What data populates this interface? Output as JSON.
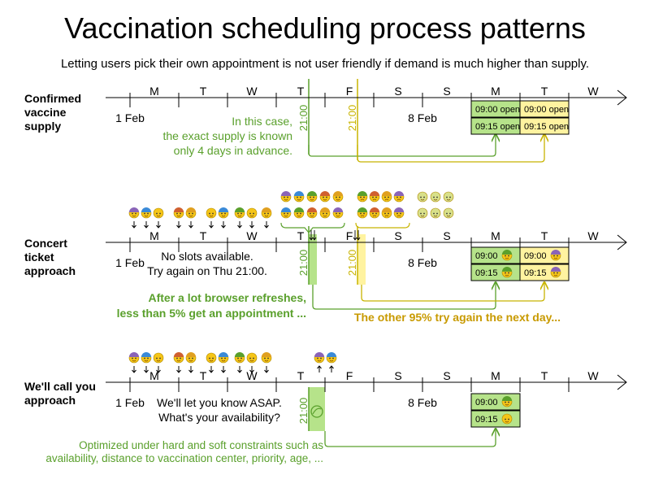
{
  "title": "Vaccination scheduling process patterns",
  "subtitle": "Letting users pick their own appointment is not user friendly if demand is much higher than supply.",
  "day_letters": [
    "M",
    "T",
    "W",
    "T",
    "F",
    "S",
    "S",
    "M",
    "T",
    "W"
  ],
  "date_labels": [
    "1 Feb",
    "8 Feb"
  ],
  "time_label": "21:00",
  "colors": {
    "green": "#5aa02c",
    "green_fill": "#b6e38a",
    "yellow": "#c8b400",
    "yellow_fill": "#fff3a0",
    "dark_yellow_text": "#c89a00",
    "face": "#f5c518"
  },
  "rows": [
    {
      "label": [
        "Confirmed",
        "vaccine",
        "supply"
      ],
      "note": [
        "In this case,",
        "the exact supply is known",
        "only 4 days in advance."
      ],
      "slots_mon": [
        "09:00 open",
        "09:15 open"
      ],
      "slots_tue": [
        "09:00 open",
        "09:15 open"
      ]
    },
    {
      "label": [
        "Concert",
        "ticket",
        "approach"
      ],
      "note": [
        "No slots available.",
        "Try again on Thu 21:00."
      ],
      "slots_mon": [
        "09:00",
        "09:15"
      ],
      "slots_tue": [
        "09:00",
        "09:15"
      ],
      "callout_green": [
        "After a lot browser refreshes,",
        "less than 5% get an appointment ..."
      ],
      "callout_yellow": "The other 95% try again the next day..."
    },
    {
      "label": [
        "We'll call you",
        "approach"
      ],
      "note": [
        "We'll let you know ASAP.",
        "What's your availability?"
      ],
      "slots_mon": [
        "09:00",
        "09:15"
      ],
      "footer": [
        "Optimized under hard and soft constraints such as",
        "availability, distance to vaccination center, priority, age, ..."
      ]
    }
  ]
}
